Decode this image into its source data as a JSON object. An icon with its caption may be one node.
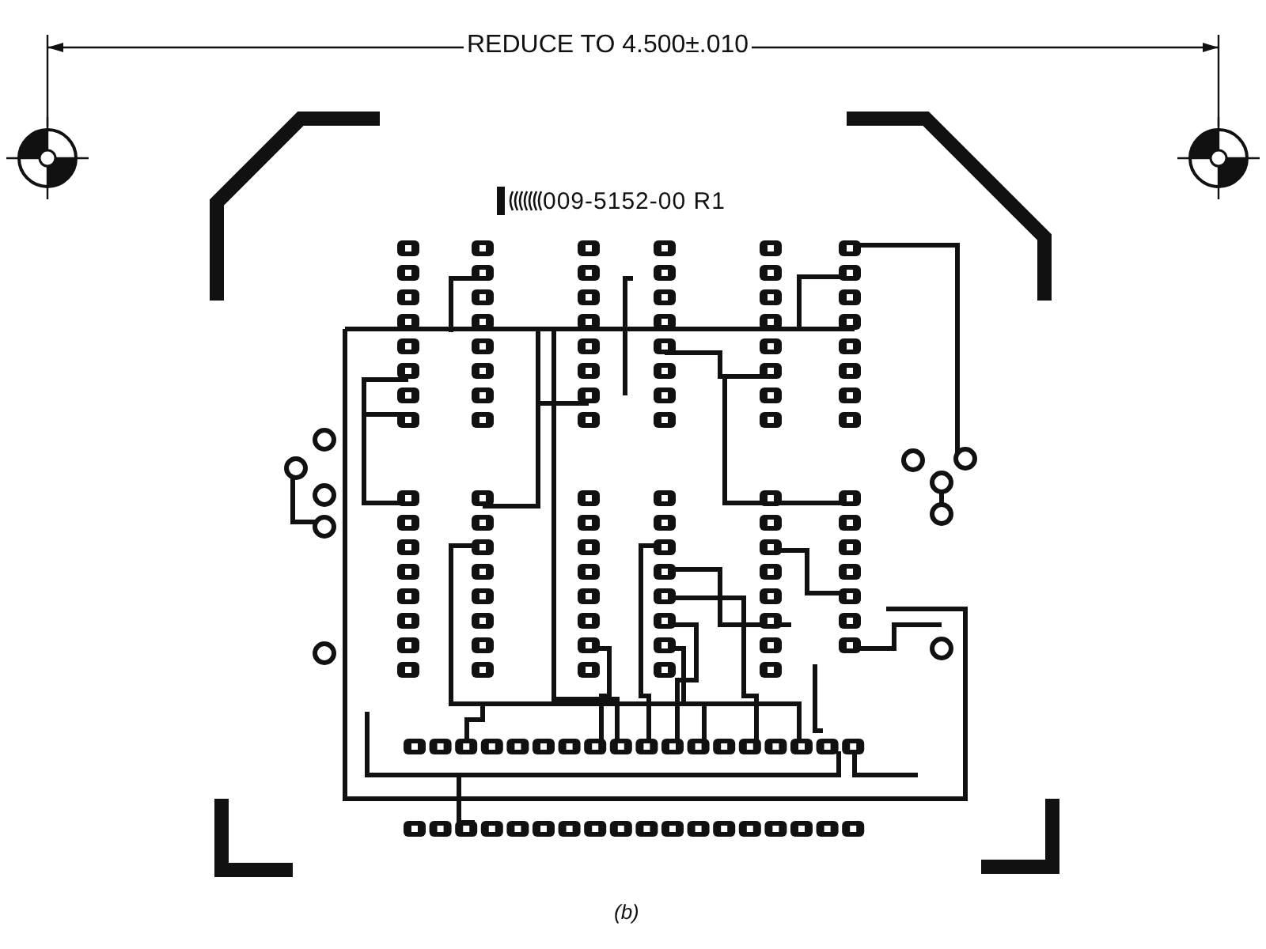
{
  "diagram": {
    "caption": "(b)",
    "labels": [
      "REDUCE TO 4.500±.010",
      "009-5152-00 R1"
    ]
  }
}
